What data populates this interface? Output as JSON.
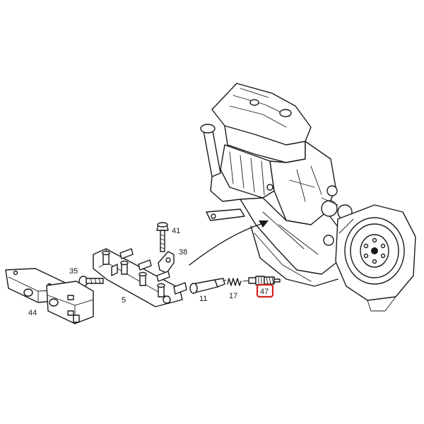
{
  "labels": {
    "l41": "41",
    "l38": "38",
    "l35": "35",
    "l5": "5",
    "l44": "44",
    "l11": "11",
    "l17": "17",
    "l47": "47"
  },
  "colors": {
    "highlight": "#d0201e",
    "line": "#1a1a1a"
  },
  "highlighted_part": "47"
}
